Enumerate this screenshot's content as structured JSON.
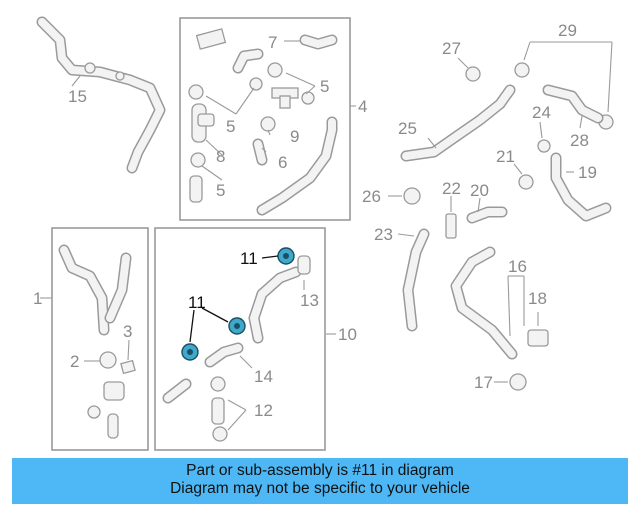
{
  "callouts": {
    "c1": "1",
    "c2": "2",
    "c3": "3",
    "c4": "4",
    "c5a": "5",
    "c5b": "5",
    "c5c": "5",
    "c6": "6",
    "c7": "7",
    "c8": "8",
    "c9": "9",
    "c10": "10",
    "c11a": "11",
    "c11b": "11",
    "c12": "12",
    "c13": "13",
    "c14": "14",
    "c15": "15",
    "c16": "16",
    "c17": "17",
    "c18": "18",
    "c19": "19",
    "c20": "20",
    "c21": "21",
    "c22": "22",
    "c23": "23",
    "c24": "24",
    "c25": "25",
    "c26": "26",
    "c27": "27",
    "c28": "28",
    "c29": "29"
  },
  "banner": {
    "line1": "Part or sub-assembly is #11 in diagram",
    "line2": "Diagram may not be specific to your vehicle"
  },
  "colors": {
    "highlight": "#3fa9c9",
    "banner": "#4db8f5"
  }
}
